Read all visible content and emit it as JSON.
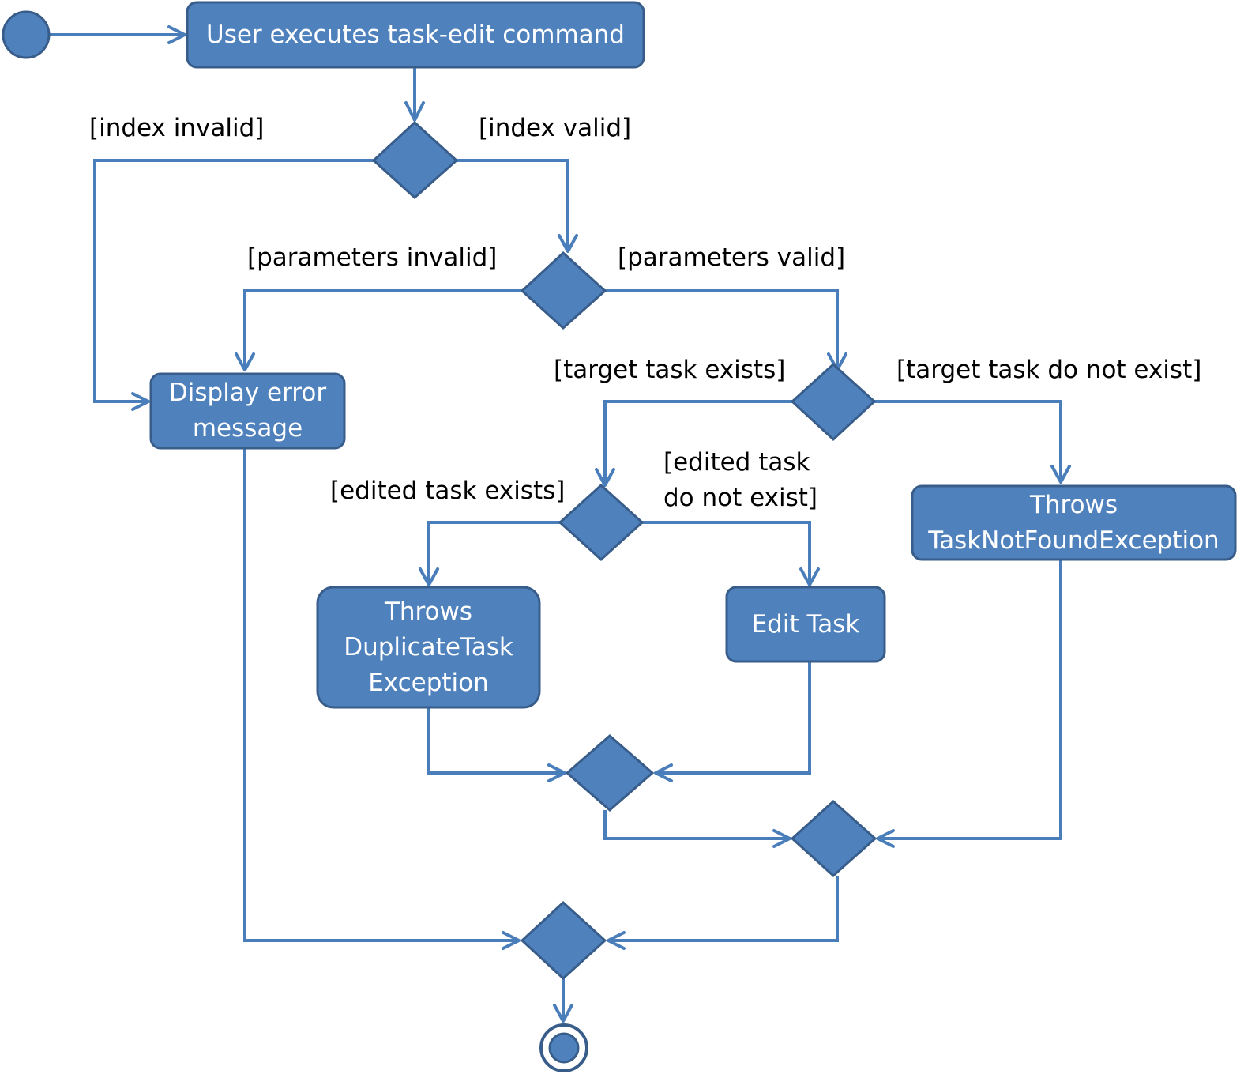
{
  "colors": {
    "fill": "#4f81bd",
    "stroke": "#385d8a",
    "line": "#4a7ebb",
    "text_on_fill": "#ffffff",
    "label_text": "#000000"
  },
  "nodes": {
    "start": "",
    "user_executes": "User executes task-edit command",
    "display_error": [
      "Display error",
      "message"
    ],
    "throws_not_found": [
      "Throws",
      "TaskNotFoundException"
    ],
    "throws_duplicate": [
      "Throws",
      "DuplicateTask",
      "Exception"
    ],
    "edit_task": "Edit Task",
    "end": ""
  },
  "guards": {
    "index_invalid": "[index invalid]",
    "index_valid": "[index valid]",
    "parameters_invalid": "[parameters invalid]",
    "parameters_valid": "[parameters valid]",
    "target_exists": "[target task exists]",
    "target_not_exist": "[target task do not exist]",
    "edited_exists": "[edited task exists]",
    "edited_not_exist": [
      "[edited task",
      "do not exist]"
    ]
  }
}
